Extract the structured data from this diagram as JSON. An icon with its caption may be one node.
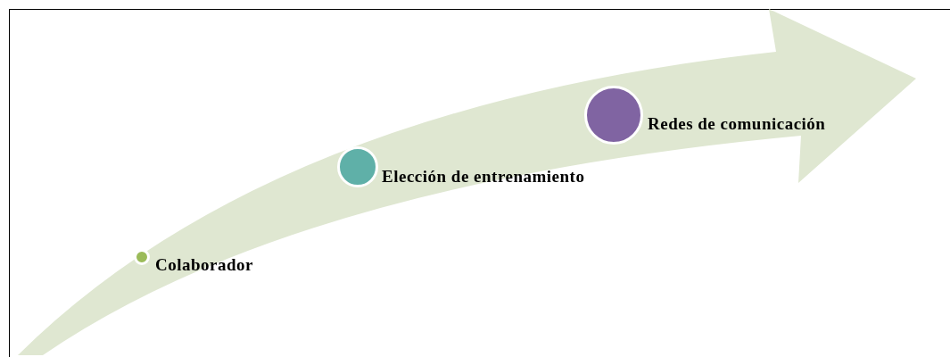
{
  "diagram": {
    "nodes": [
      {
        "text": [],
        "shape": "circle",
        "beside": [
          "Colaborador"
        ]
      },
      {
        "text": [],
        "shape": "circle",
        "beside": [
          "Elección de entrenamiento"
        ]
      },
      {
        "text": [],
        "shape": "circle",
        "beside": [
          "Redes de comunicación"
        ]
      }
    ]
  }
}
